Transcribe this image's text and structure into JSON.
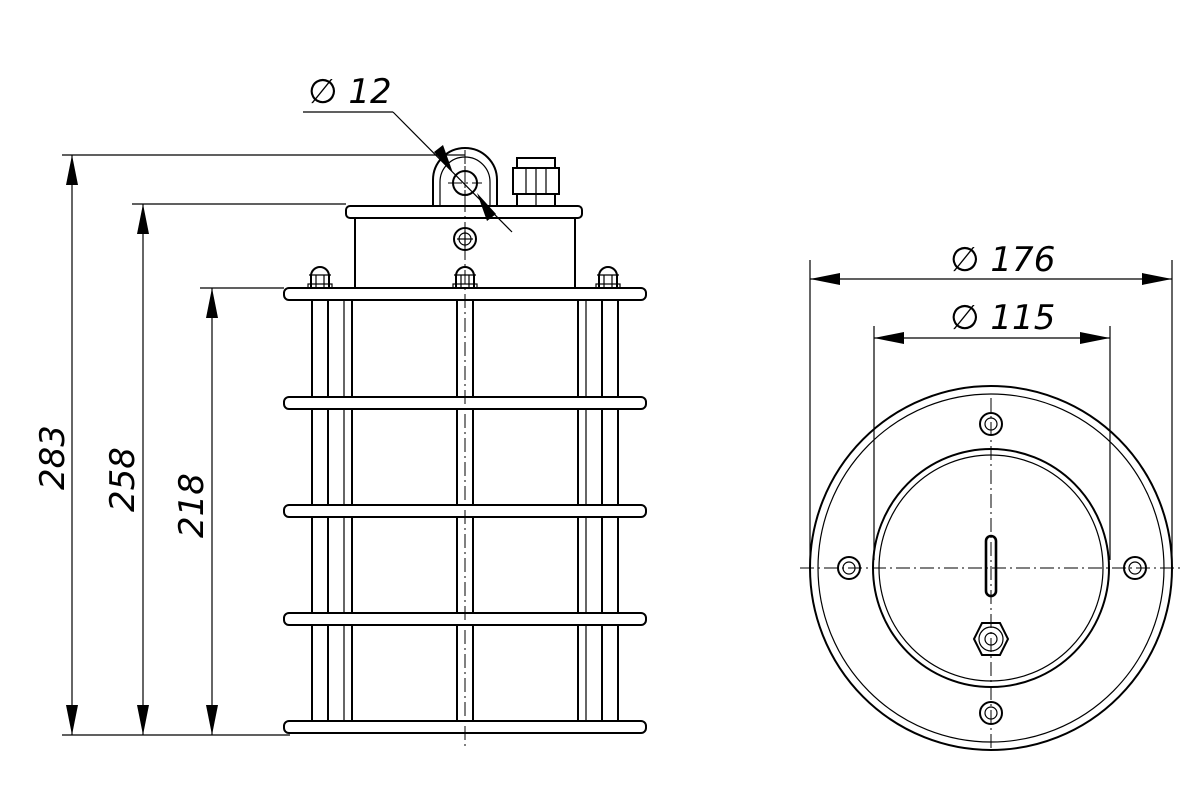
{
  "drawing": {
    "side_view": {
      "height_total": "283",
      "height_body": "258",
      "height_cage": "218",
      "hole_diameter": "∅ 12"
    },
    "bottom_view": {
      "outer_diameter": "∅ 176",
      "inner_diameter": "∅ 115"
    }
  },
  "colors": {
    "line": "#000000",
    "background": "#ffffff"
  }
}
